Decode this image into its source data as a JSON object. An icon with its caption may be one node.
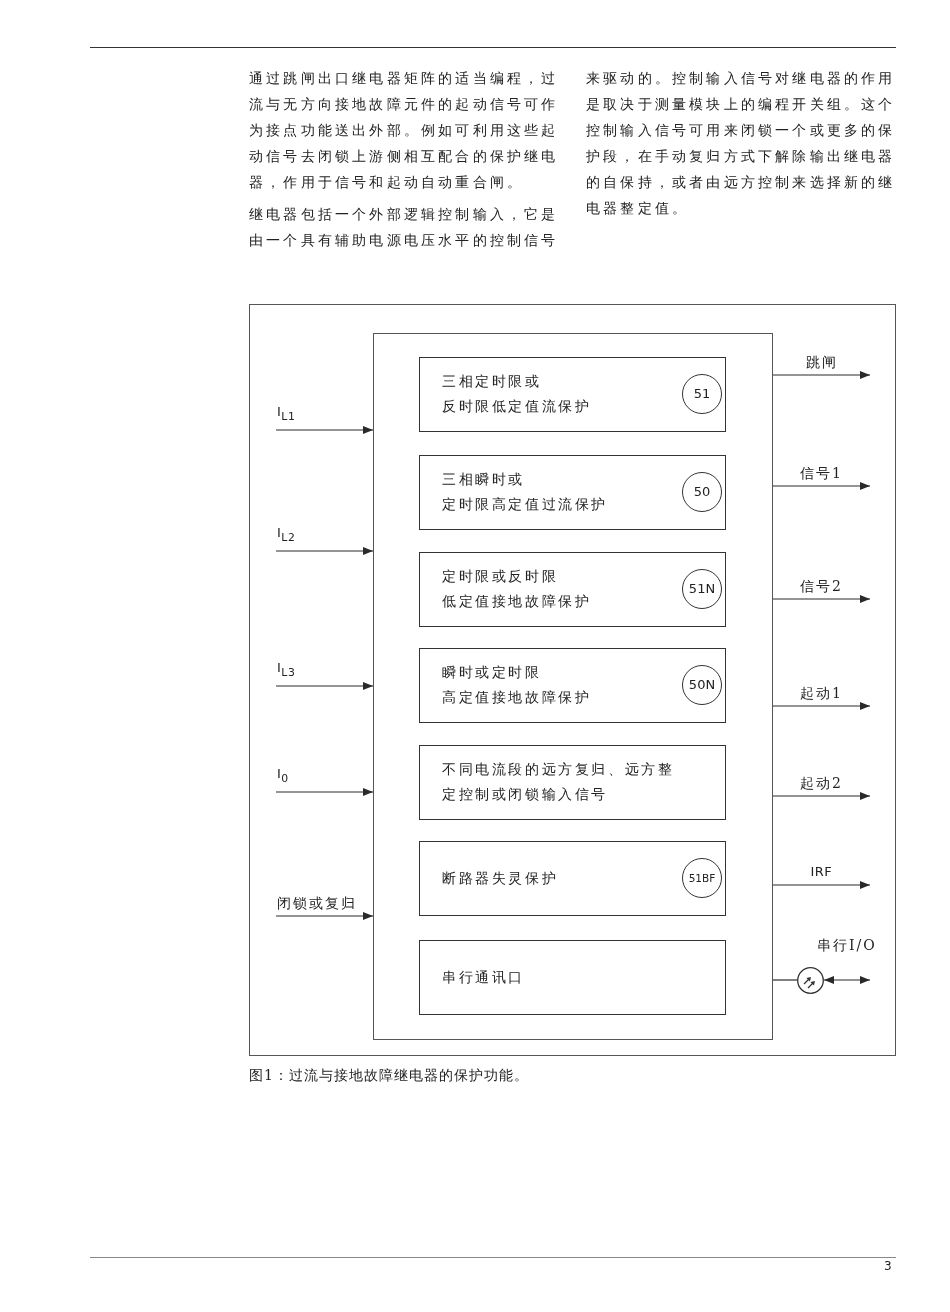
{
  "diagram": {
    "caption": "图1：过流与接地故障继电器的保护功能。",
    "nodes": [
      {
        "text": [],
        "shape": "box"
      },
      {
        "text": [
          "三相定时限或反时限低定值流保护"
        ],
        "in": 0
      },
      {
        "text": [
          "51"
        ],
        "in": 1
      },
      {
        "text": [
          "三相瞬时或定时限高定值过流保护"
        ],
        "in": 0
      },
      {
        "text": [
          "50"
        ],
        "in": 3
      },
      {
        "text": [
          "定时限或反时限低定值接地故障保护"
        ],
        "in": 0
      },
      {
        "text": [
          "51N"
        ],
        "in": 5
      },
      {
        "text": [
          "瞬时或定时限高定值接地故障保护"
        ],
        "in": 0
      },
      {
        "text": [
          "50N"
        ],
        "in": 7
      },
      {
        "text": [
          "不同电流段的远方复归、远方整定控制或闭锁输入信号"
        ],
        "in": 0
      },
      {
        "text": [
          "断路器失灵保护"
        ],
        "in": 0
      },
      {
        "text": [
          "51BF"
        ],
        "in": 10
      },
      {
        "text": [
          "串行通讯口"
        ],
        "in": 0
      },
      {
        "text": [],
        "shape": "circle"
      }
    ],
    "edges": [
      {
        "from": null,
        "to": 0,
        "arrow": "to",
        "label": "I$_{L1}$"
      },
      {
        "from": null,
        "to": 0,
        "arrow": "to",
        "label": "I$_{L2}$"
      },
      {
        "from": null,
        "to": 0,
        "arrow": "to",
        "label": "I$_{L3}$"
      },
      {
        "from": null,
        "to": 0,
        "arrow": "to",
        "label": "I$_{0}$"
      },
      {
        "from": null,
        "to": 0,
        "arrow": "to",
        "label": "闭锁或复归"
      },
      {
        "from": 0,
        "to": null,
        "arrow": "to",
        "label": "跳闸"
      },
      {
        "from": 0,
        "to": null,
        "arrow": "to",
        "label": "信号1"
      },
      {
        "from": 0,
        "to": null,
        "arrow": "to",
        "label": "信号2"
      },
      {
        "from": 0,
        "to": null,
        "arrow": "to",
        "label": "起动1"
      },
      {
        "from": 0,
        "to": null,
        "arrow": "to",
        "label": "起动2"
      },
      {
        "from": 0,
        "to": null,
        "arrow": "to",
        "label": "IRF"
      },
      {
        "from": 0,
        "to": 13,
        "arrow": "none"
      },
      {
        "from": 13,
        "to": null,
        "arrow": "both",
        "label": "串行I/O"
      }
    ],
    "labels": [
      "通过跳闸出口继电器矩阵的适当编程，过流与无方向接地故障元件的起动信号可作为接点功能送出外部。例如可利用这些起动信号去闭锁上游侧相互配合的保护继电器，作用于信号和起动自动重合闸。",
      "继电器包括一个外部逻辑控制输入，它是由一个具有辅助电源电压水平的控制信号",
      "来驱动的。控制输入信号对继电器的作用是取决于测量模块上的编程开关组。这个控制输入信号可用来闭锁一个或更多的保护段，在手动复归方式下解除输出继电器的自保持，或者由远方控制来选择新的继电器整定值。",
      "3"
    ]
  }
}
